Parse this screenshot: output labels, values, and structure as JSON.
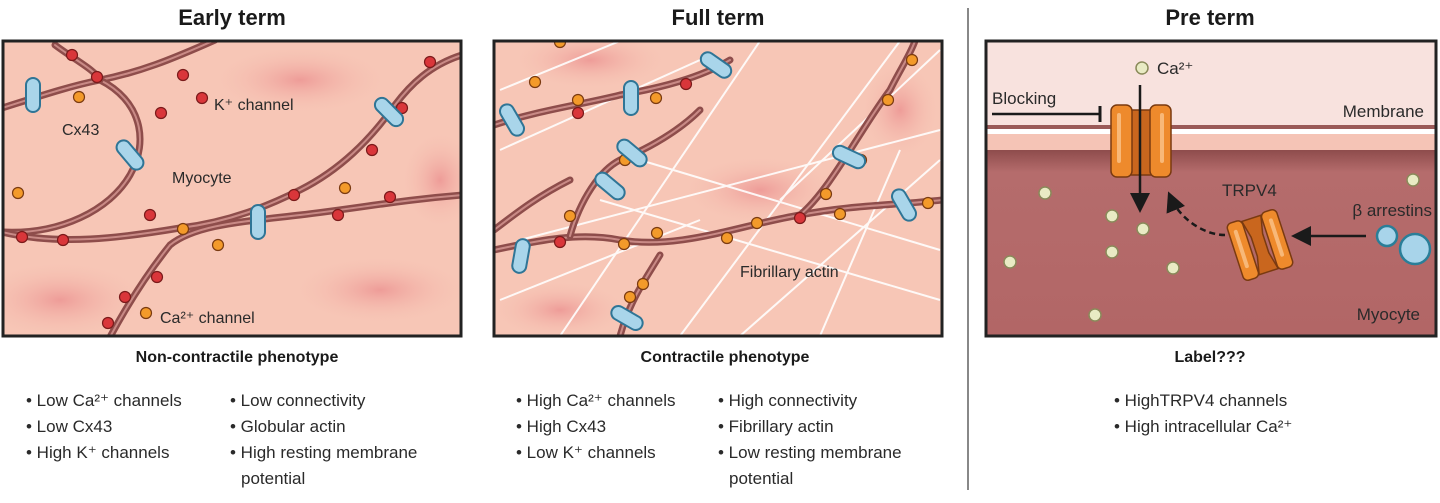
{
  "panels": [
    {
      "title": "Early term",
      "labels": {
        "k_channel": "K⁺ channel",
        "cx43": "Cx43",
        "myocyte": "Myocyte",
        "ca_channel": "Ca²⁺ channel"
      },
      "phenotype": "Non-contractile phenotype",
      "bullets_left": [
        "Low Ca²⁺ channels",
        "Low Cx43",
        "High K⁺ channels"
      ],
      "bullets_right": [
        "Low connectivity",
        "Globular actin",
        "High resting membrane",
        "potential"
      ]
    },
    {
      "title": "Full term",
      "labels": {
        "actin": "Fibrillary actin"
      },
      "phenotype": "Contractile phenotype",
      "bullets_left": [
        "High Ca²⁺ channels",
        "High Cx43",
        "Low K⁺ channels"
      ],
      "bullets_right": [
        "High connectivity",
        "Fibrillary actin",
        "Low resting membrane",
        "potential"
      ]
    },
    {
      "title": "Pre term",
      "labels": {
        "ca": "Ca²⁺",
        "blocking": "Blocking",
        "membrane": "Membrane",
        "trpv4": "TRPV4",
        "arrestins": "β arrestins",
        "myocyte": "Myocyte"
      },
      "phenotype": "Label???",
      "bullets": [
        "HighTRPV4 channels",
        "High intracellular Ca²⁺"
      ]
    }
  ],
  "colors": {
    "cell_bg": "#f7c6b6",
    "cell_blob": "#f1a8a0",
    "membrane_line": "#8e4d4b",
    "k_channel_dot": "#d9363a",
    "ca_channel_dot": "#f39a2a",
    "cx43_capsule": "#a9d5ea",
    "channel_orange": "#ee8a2c",
    "ca_ion": "#e9ebc4",
    "cytoplasm": "#b26666"
  }
}
